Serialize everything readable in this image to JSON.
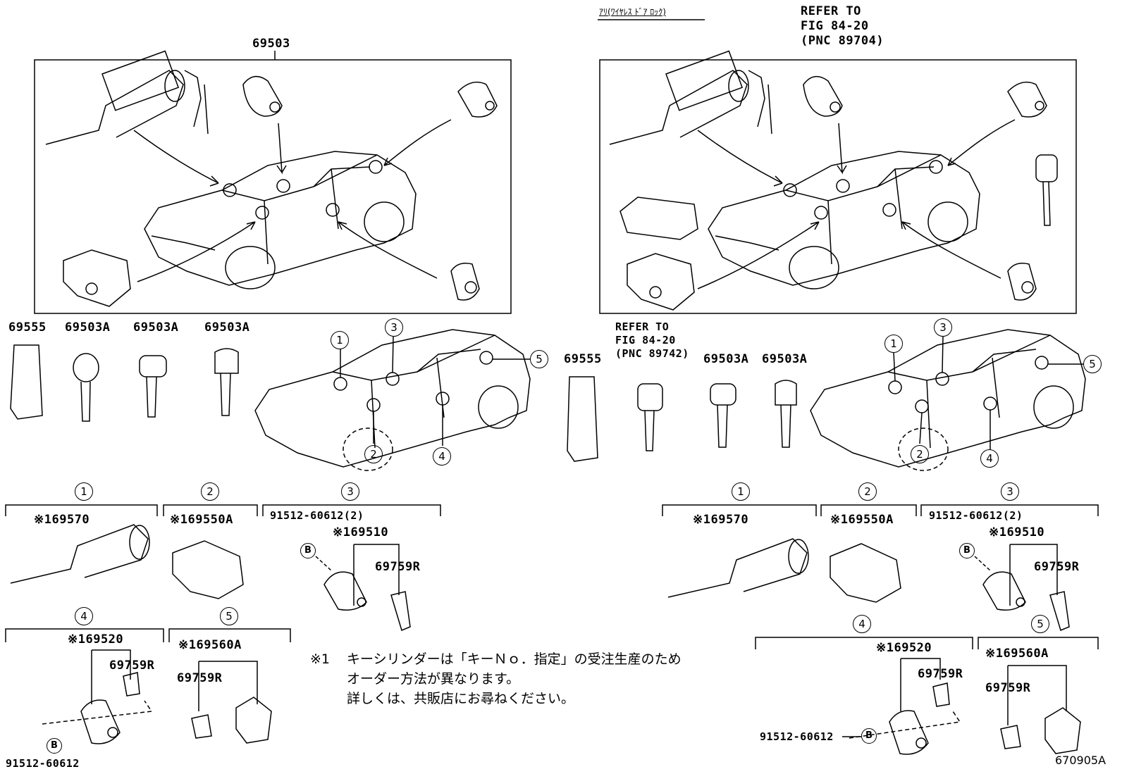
{
  "header": {
    "variant_note": "ｱﾘ(ﾜｲﾔﾚｽ ﾄﾞｱ ﾛｯｸ)",
    "refer_top": [
      "REFER TO",
      "FIG 84-20",
      "(PNC 89704)"
    ],
    "refer_mid": [
      "REFER TO",
      "FIG 84-20",
      "(PNC 89742)"
    ]
  },
  "left": {
    "kit": "69503",
    "keys": [
      "69555",
      "69503A",
      "69503A",
      "69503A"
    ],
    "groups": [
      {
        "num": "1",
        "part": "※169570"
      },
      {
        "num": "2",
        "part": "※169550A"
      },
      {
        "num": "3",
        "part": "91512-60612(2)",
        "sub": "※169510",
        "clip": "69759R",
        "bolt": "B"
      },
      {
        "num": "4",
        "part": "※169520",
        "clip": "69759R",
        "bolt": "B",
        "bolt_part": "91512-60612"
      },
      {
        "num": "5",
        "part": "※169560A",
        "clip": "69759R"
      }
    ],
    "car_callouts": [
      "1",
      "2",
      "3",
      "4",
      "5"
    ]
  },
  "right": {
    "keys": [
      "69555",
      "69503A",
      "69503A"
    ],
    "groups": [
      {
        "num": "1",
        "part": "※169570"
      },
      {
        "num": "2",
        "part": "※169550A"
      },
      {
        "num": "3",
        "part": "91512-60612(2)",
        "sub": "※169510",
        "clip": "69759R",
        "bolt": "B"
      },
      {
        "num": "4",
        "part": "※169520",
        "clip": "69759R",
        "bolt": "B",
        "bolt_part": "91512-60612"
      },
      {
        "num": "5",
        "part": "※169560A",
        "clip": "69759R"
      }
    ],
    "car_callouts": [
      "1",
      "2",
      "3",
      "4",
      "5"
    ]
  },
  "notes": {
    "mark": "※1",
    "lines": [
      "キーシリンダーは「キーＮｏ．指定」の受注生産のため",
      "オーダー方法が異なります。",
      "詳しくは、共販店にお尋ねください。"
    ]
  },
  "figure_id": "670905A"
}
